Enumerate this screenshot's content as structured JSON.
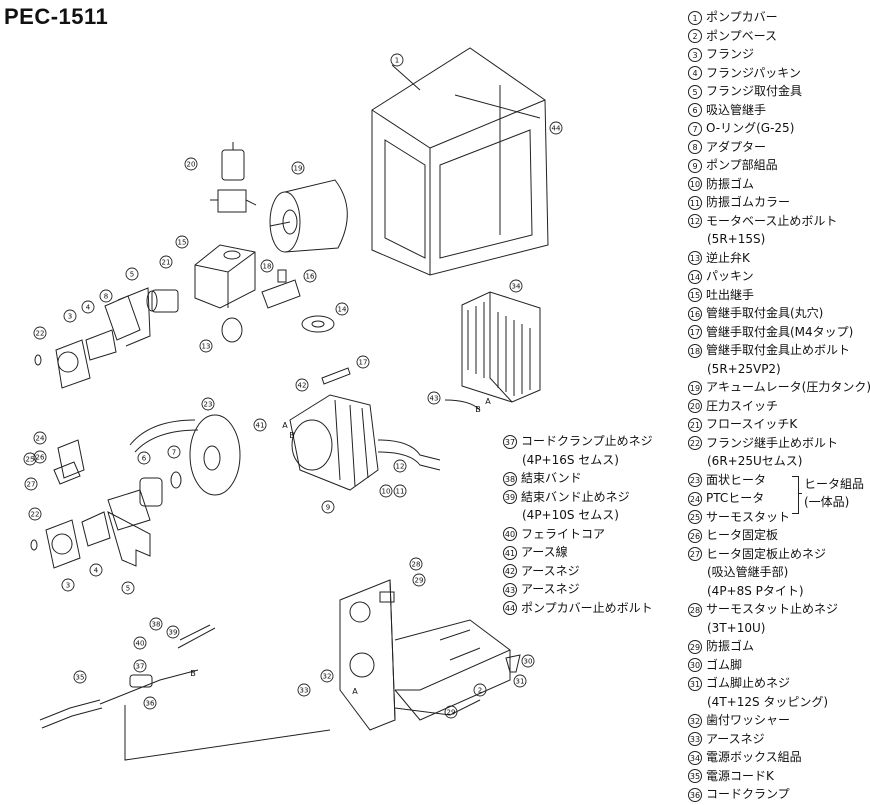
{
  "title": "PEC-1511",
  "parts_right": [
    {
      "num": "1",
      "text": "ポンプカバー"
    },
    {
      "num": "2",
      "text": "ポンプベース"
    },
    {
      "num": "3",
      "text": "フランジ"
    },
    {
      "num": "4",
      "text": "フランジパッキン"
    },
    {
      "num": "5",
      "text": "フランジ取付金具"
    },
    {
      "num": "6",
      "text": "吸込管継手"
    },
    {
      "num": "7",
      "text": "O-リング(G-25)"
    },
    {
      "num": "8",
      "text": "アダプター"
    },
    {
      "num": "9",
      "text": "ポンプ部組品"
    },
    {
      "num": "10",
      "text": "防振ゴム"
    },
    {
      "num": "11",
      "text": "防振ゴムカラー"
    },
    {
      "num": "12",
      "text": "モータベース止めボルト"
    },
    {
      "num": "",
      "text": "(5R+15S)"
    },
    {
      "num": "13",
      "text": "逆止弁K"
    },
    {
      "num": "14",
      "text": "パッキン"
    },
    {
      "num": "15",
      "text": "吐出継手"
    },
    {
      "num": "16",
      "text": "管継手取付金具(丸穴)"
    },
    {
      "num": "17",
      "text": "管継手取付金具(M4タップ)"
    },
    {
      "num": "18",
      "text": "管継手取付金具止めボルト"
    },
    {
      "num": "",
      "text": "(5R+25VP2)"
    },
    {
      "num": "19",
      "text": "アキュームレータ(圧力タンク)"
    },
    {
      "num": "20",
      "text": "圧力スイッチ"
    },
    {
      "num": "21",
      "text": "フロースイッチK"
    },
    {
      "num": "22",
      "text": "フランジ継手止めボルト"
    },
    {
      "num": "",
      "text": "(6R+25Uセムス)"
    },
    {
      "num": "23",
      "text": "面状ヒータ"
    },
    {
      "num": "24",
      "text": "PTCヒータ"
    },
    {
      "num": "25",
      "text": "サーモスタット"
    },
    {
      "num": "26",
      "text": "ヒータ固定板"
    },
    {
      "num": "27",
      "text": "ヒータ固定板止めネジ"
    },
    {
      "num": "",
      "text": "(吸込管継手部)"
    },
    {
      "num": "",
      "text": "(4P+8S Pタイト)"
    },
    {
      "num": "28",
      "text": "サーモスタット止めネジ"
    },
    {
      "num": "",
      "text": "(3T+10U)"
    },
    {
      "num": "29",
      "text": "防振ゴム"
    },
    {
      "num": "30",
      "text": "ゴム脚"
    },
    {
      "num": "31",
      "text": "ゴム脚止めネジ"
    },
    {
      "num": "",
      "text": "(4T+12S タッピング)"
    },
    {
      "num": "32",
      "text": "歯付ワッシャー"
    },
    {
      "num": "33",
      "text": "アースネジ"
    },
    {
      "num": "34",
      "text": "電源ボックス組品"
    },
    {
      "num": "35",
      "text": "電源コードK"
    },
    {
      "num": "36",
      "text": "コードクランプ"
    }
  ],
  "parts_mid": [
    {
      "num": "37",
      "text": "コードクランプ止めネジ"
    },
    {
      "num": "",
      "text": "(4P+16S セムス)"
    },
    {
      "num": "38",
      "text": "結束バンド"
    },
    {
      "num": "39",
      "text": "結束バンド止めネジ"
    },
    {
      "num": "",
      "text": "(4P+10S セムス)"
    },
    {
      "num": "40",
      "text": "フェライトコア"
    },
    {
      "num": "41",
      "text": "アース線"
    },
    {
      "num": "42",
      "text": "アースネジ"
    },
    {
      "num": "43",
      "text": "アースネジ"
    },
    {
      "num": "44",
      "text": "ポンプカバー止めボルト"
    }
  ],
  "heater_group": {
    "line1": "ヒータ組品",
    "line2": "(一体品)"
  },
  "callouts": {
    "c1": "1",
    "c2": "2",
    "c3a": "3",
    "c3b": "3",
    "c4a": "4",
    "c4b": "4",
    "c5a": "5",
    "c5b": "5",
    "c6": "6",
    "c7": "7",
    "c8": "8",
    "c9": "9",
    "c10": "10",
    "c11": "11",
    "c12": "12",
    "c13": "13",
    "c14": "14",
    "c15": "15",
    "c16": "16",
    "c17": "17",
    "c18": "18",
    "c19": "19",
    "c20": "20",
    "c21": "21",
    "c22a": "22",
    "c22b": "22",
    "c23": "23",
    "c24": "24",
    "c25": "25",
    "c26": "26",
    "c27": "27",
    "c28": "28",
    "c29a": "29",
    "c29b": "29",
    "c30": "30",
    "c31": "31",
    "c32": "32",
    "c33": "33",
    "c34": "34",
    "c35": "35",
    "c36": "36",
    "c37": "37",
    "c38": "38",
    "c39": "39",
    "c40": "40",
    "c41": "41",
    "c42": "42",
    "c43": "43",
    "c44": "44"
  },
  "letters": {
    "a1": "A",
    "b1": "B",
    "a2": "A",
    "b2": "B",
    "a3": "A",
    "b3": "B"
  }
}
